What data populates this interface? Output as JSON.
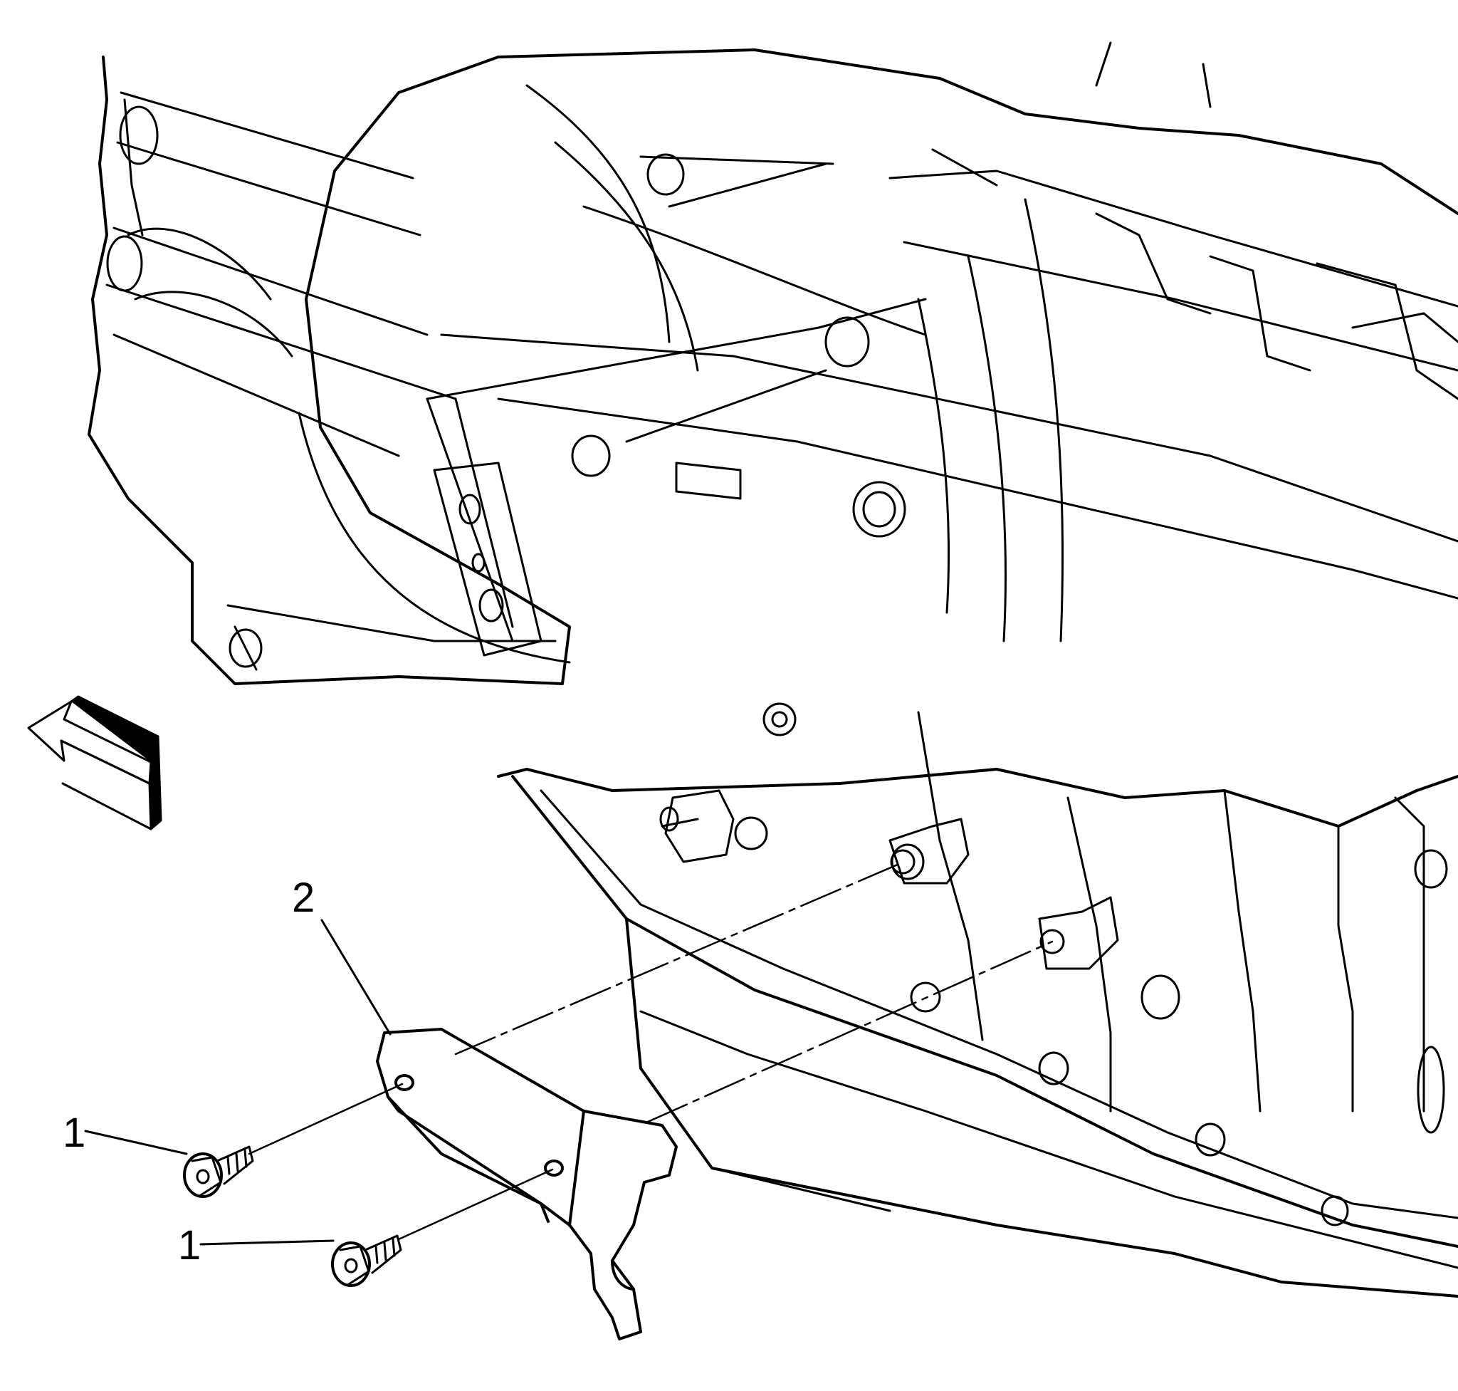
{
  "callouts": {
    "bolt_upper": "1",
    "bolt_lower": "1",
    "bracket": "2"
  },
  "colors": {
    "line": "#000000",
    "background": "#ffffff"
  },
  "icons": {
    "direction_arrow": "front-direction-arrow-icon"
  }
}
